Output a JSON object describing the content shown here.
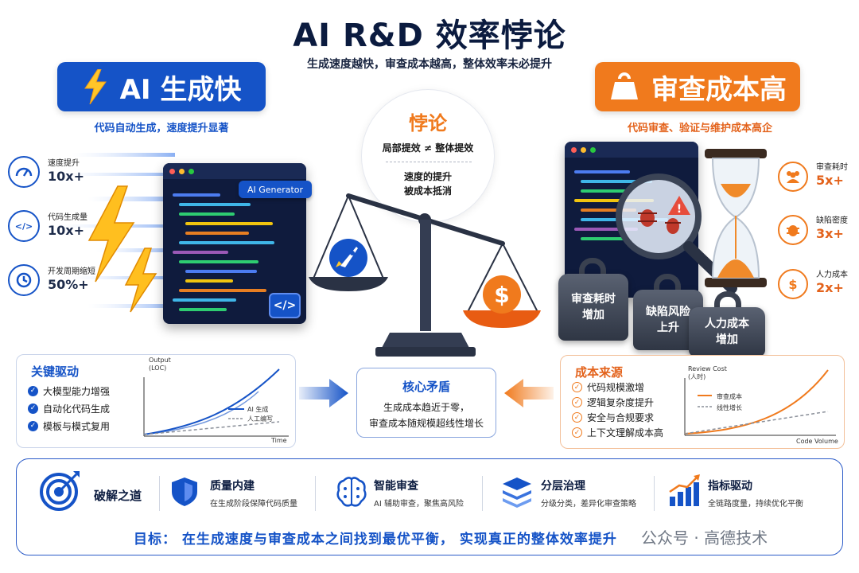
{
  "header": {
    "title": "AI R&D 效率悖论",
    "subtitle": "生成速度越快，审查成本越高，整体效率未必提升"
  },
  "left": {
    "badge": "AI 生成快",
    "desc": "代码自动生成，速度提升显著",
    "metrics": [
      {
        "label": "速度提升",
        "value": "10x+",
        "icon": "speedometer-icon"
      },
      {
        "label": "代码生成量",
        "value": "10x+",
        "icon": "code-window-icon"
      },
      {
        "label": "开发周期缩短",
        "value": "50%+",
        "icon": "clock-icon"
      }
    ],
    "generator_label": "AI Generator",
    "code_button": "</>"
  },
  "right": {
    "badge": "审查成本高",
    "desc": "代码审查、验证与维护成本高企",
    "metrics": [
      {
        "label": "审查耗时",
        "value": "5x+",
        "icon": "people-icon"
      },
      {
        "label": "缺陷密度",
        "value": "3x+",
        "icon": "bug-icon"
      },
      {
        "label": "人力成本",
        "value": "2x+",
        "icon": "dollar-icon"
      }
    ],
    "weights": [
      "审查耗时\n增加",
      "缺陷风险\n上升",
      "人力成本\n增加"
    ]
  },
  "paradox": {
    "title": "悖论",
    "line1": "局部提效 ≠ 整体提效",
    "line2a": "速度的提升",
    "line2b": "被成本抵消"
  },
  "key_drivers": {
    "title": "关键驱动",
    "items": [
      "大模型能力增强",
      "自动化代码生成",
      "模板与模式复用"
    ],
    "chart": {
      "ylabel": "Output\n(LOC)",
      "xlabel": "Time",
      "legend": [
        "AI 生成",
        "人工编写"
      ]
    }
  },
  "core_conflict": {
    "title": "核心矛盾",
    "line1": "生成成本趋近于零，",
    "line2": "审查成本随规模超线性增长"
  },
  "cost_sources": {
    "title": "成本来源",
    "items": [
      "代码规模激增",
      "逻辑复杂度提升",
      "安全与合规要求",
      "上下文理解成本高"
    ],
    "chart": {
      "ylabel": "Review Cost\n(人时)",
      "xlabel": "Code Volume",
      "legend": [
        "审查成本",
        "线性增长"
      ]
    }
  },
  "solutions": {
    "title": "破解之道",
    "items": [
      {
        "title": "质量内建",
        "desc": "在生成阶段保障代码质量",
        "icon": "shield-icon"
      },
      {
        "title": "智能审查",
        "desc": "AI 辅助审查，聚焦高风险",
        "icon": "brain-icon"
      },
      {
        "title": "分层治理",
        "desc": "分级分类，差异化审查策略",
        "icon": "layers-icon"
      },
      {
        "title": "指标驱动",
        "desc": "全链路度量，持续优化平衡",
        "icon": "bar-chart-icon"
      }
    ],
    "goal": "目标：  在生成速度与审查成本之间找到最优平衡，  实现真正的整体效率提升"
  },
  "watermark": "公众号 · 高德技术",
  "colors": {
    "blue": "#1553c7",
    "orange": "#f07a1d",
    "navy": "#0b1b3f"
  }
}
